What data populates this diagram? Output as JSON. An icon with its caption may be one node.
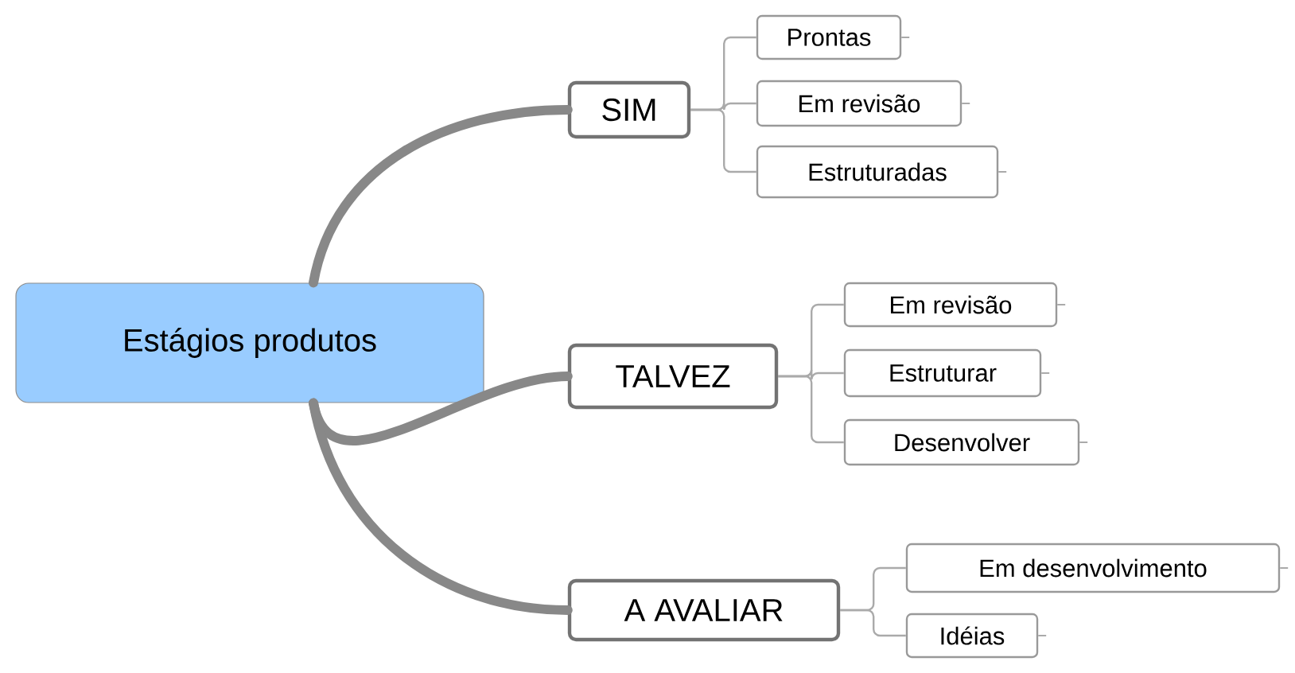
{
  "diagram": {
    "nodes": [
      {
        "text": [
          "Estágios produtos"
        ]
      },
      {
        "text": [
          "SIM"
        ]
      },
      {
        "text": [
          "TALVEZ"
        ]
      },
      {
        "text": [
          "A AVALIAR"
        ]
      },
      {
        "text": [
          "Prontas"
        ]
      },
      {
        "text": [
          "Em revisão"
        ]
      },
      {
        "text": [
          "Estruturadas"
        ]
      },
      {
        "text": [
          "Em revisão"
        ]
      },
      {
        "text": [
          "Estruturar"
        ]
      },
      {
        "text": [
          "Desenvolver"
        ]
      },
      {
        "text": [
          "Em desenvolvimento"
        ]
      },
      {
        "text": [
          "Idéias"
        ]
      }
    ],
    "edges": [
      {
        "from": 0,
        "to": 1,
        "arrow": "none",
        "style": "thick"
      },
      {
        "from": 0,
        "to": 2,
        "arrow": "none",
        "style": "thick"
      },
      {
        "from": 0,
        "to": 3,
        "arrow": "none",
        "style": "thick"
      },
      {
        "from": 1,
        "to": 4,
        "arrow": "none"
      },
      {
        "from": 1,
        "to": 5,
        "arrow": "none"
      },
      {
        "from": 1,
        "to": 6,
        "arrow": "none"
      },
      {
        "from": 2,
        "to": 7,
        "arrow": "none"
      },
      {
        "from": 2,
        "to": 8,
        "arrow": "none"
      },
      {
        "from": 2,
        "to": 9,
        "arrow": "none"
      },
      {
        "from": 3,
        "to": 10,
        "arrow": "none"
      },
      {
        "from": 3,
        "to": 11,
        "arrow": "none"
      }
    ]
  }
}
